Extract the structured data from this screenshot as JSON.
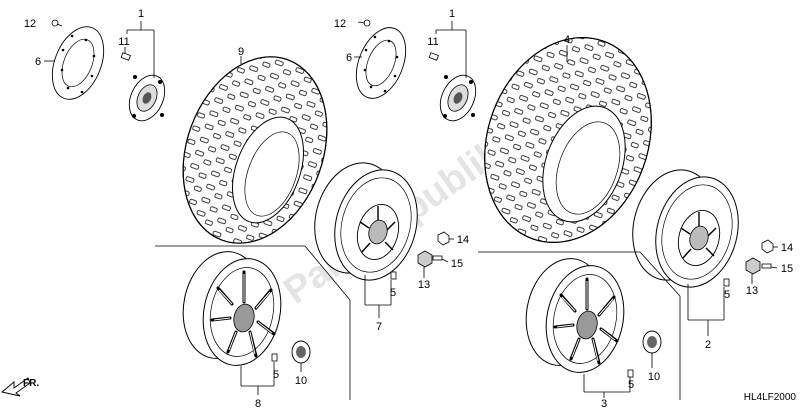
{
  "diagram": {
    "drawing_code": "HL4LF2000",
    "direction_label": "FR.",
    "watermark": "PartsRepublik",
    "part_numbers": {
      "p1_left": "1",
      "p1_right": "1",
      "p2": "2",
      "p3": "3",
      "p4": "4",
      "p5_a": "5",
      "p5_b": "5",
      "p5_c": "5",
      "p5_d": "5",
      "p6_left": "6",
      "p6_right": "6",
      "p7": "7",
      "p8": "8",
      "p9": "9",
      "p10_left": "10",
      "p10_right": "10",
      "p11_left": "11",
      "p11_right": "11",
      "p12_left": "12",
      "p12_right": "12",
      "p13_left": "13",
      "p13_right": "13",
      "p14_left": "14",
      "p14_right": "14",
      "p15_left": "15",
      "p15_right": "15"
    }
  }
}
